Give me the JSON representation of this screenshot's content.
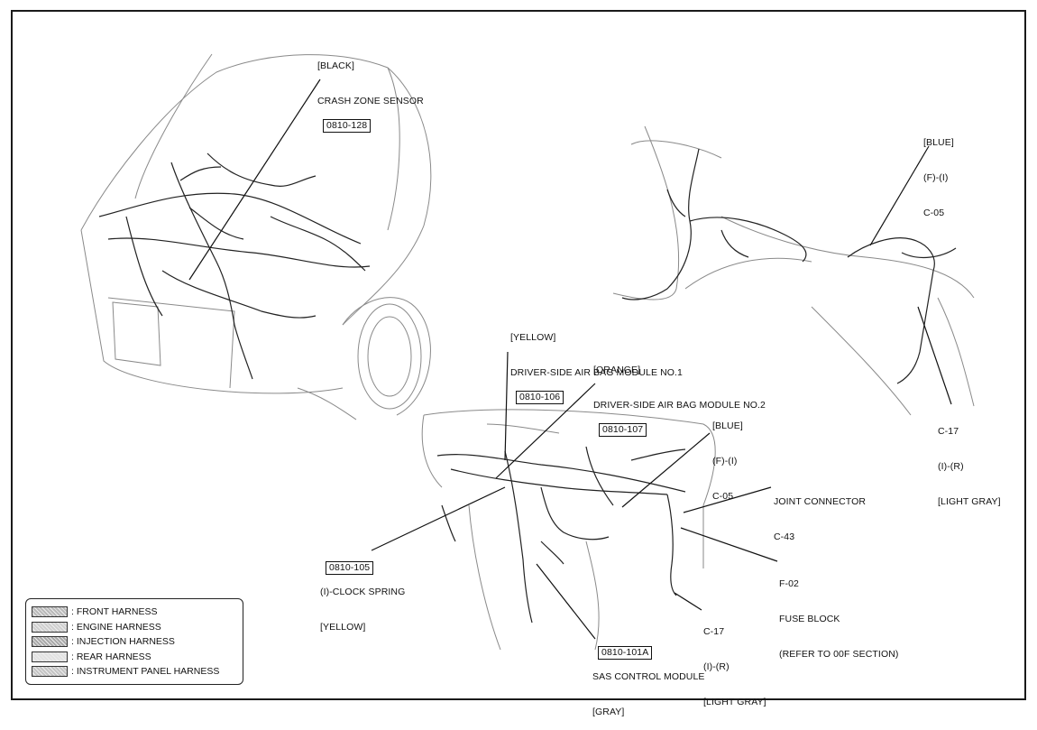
{
  "callouts": {
    "crash_zone_sensor": {
      "color": "[BLACK]",
      "name": "CRASH ZONE SENSOR",
      "code": "0810-128"
    },
    "driver_airbag_1": {
      "color": "[YELLOW]",
      "name": "DRIVER-SIDE AIR BAG MODULE NO.1",
      "code": "0810-106"
    },
    "driver_airbag_2": {
      "color": "[ORANGE]",
      "name": "DRIVER-SIDE AIR BAG MODULE NO.2",
      "code": "0810-107"
    },
    "clock_spring": {
      "code": "0810-105",
      "name": "(I)-CLOCK SPRING",
      "color": "[YELLOW]"
    },
    "sas_control_module": {
      "code": "0810-101A",
      "name": "SAS CONTROL MODULE",
      "color": "[GRAY]"
    },
    "blue_connector_rear": {
      "color": "[BLUE]",
      "harness": "(F)-(I)",
      "id": "C-05"
    },
    "blue_connector_ip": {
      "color": "[BLUE]",
      "harness": "(F)-(I)",
      "id": "C-05"
    },
    "c17_rear": {
      "id": "C-17",
      "harness": "(I)-(R)",
      "color": "[LIGHT GRAY]"
    },
    "c17_ip": {
      "id": "C-17",
      "harness": "(I)-(R)",
      "color": "[LIGHT GRAY]"
    },
    "joint_connector": {
      "name": "JOINT CONNECTOR",
      "id": "C-43"
    },
    "fuse_block": {
      "id": "F-02",
      "name": "FUSE BLOCK",
      "note": "(REFER TO 00F SECTION)"
    }
  },
  "legend": [
    {
      "label": ": FRONT HARNESS",
      "shade": "#b9b9b9"
    },
    {
      "label": ": ENGINE HARNESS",
      "shade": "#cfcfcf"
    },
    {
      "label": ": INJECTION HARNESS",
      "shade": "#a9a9a9"
    },
    {
      "label": ": REAR HARNESS",
      "shade": "#e2e2e2"
    },
    {
      "label": ": INSTRUMENT PANEL HARNESS",
      "shade": "#c4c4c4"
    }
  ],
  "colors": {
    "line": "#1a1a1a",
    "outline": "#8a8a8a"
  }
}
